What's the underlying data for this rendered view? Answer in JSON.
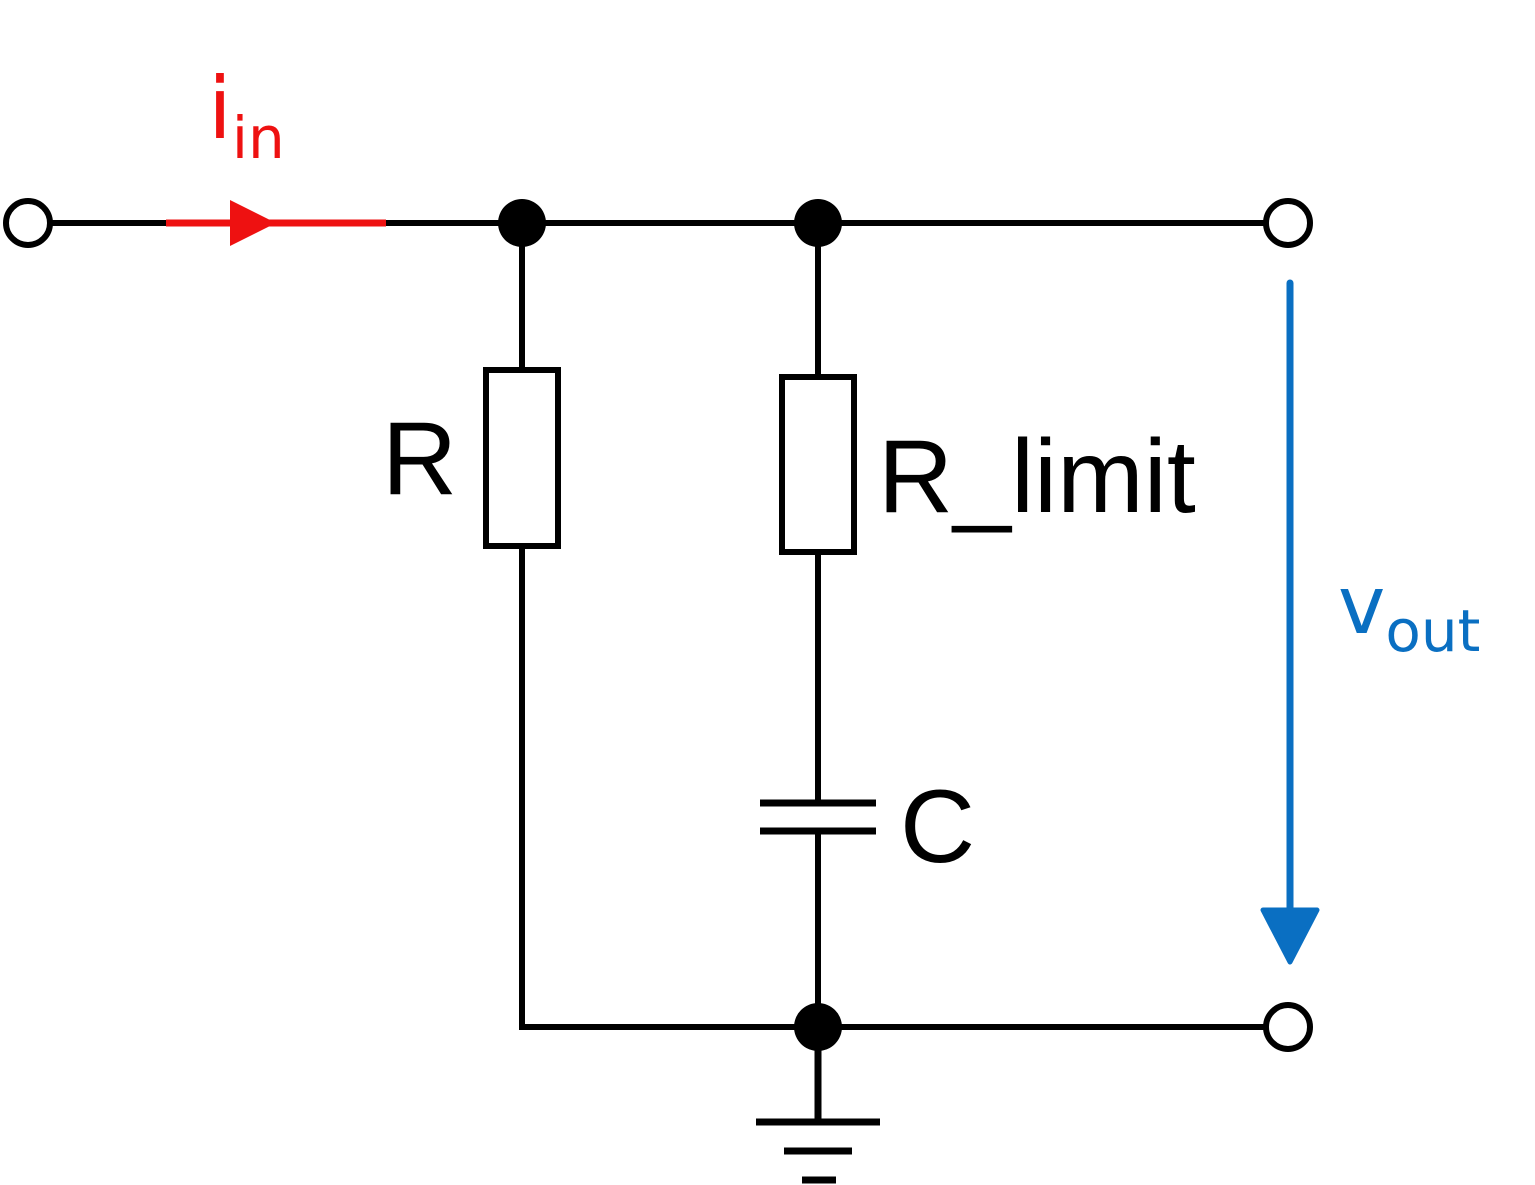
{
  "colors": {
    "wire": "#000000",
    "current": "#ee1111",
    "voltage": "#0a6fc2",
    "background": "#ffffff"
  },
  "labels": {
    "current_main": "i",
    "current_sub": "in",
    "resistor_r": "R",
    "resistor_limit": "R_limit",
    "capacitor": "C",
    "voltage_main": "v",
    "voltage_sub": "out"
  },
  "symbols": {
    "input_terminal": "open-circle-terminal",
    "output_terminal_top": "open-circle-terminal",
    "output_terminal_bottom": "open-circle-terminal",
    "junctions": "filled-dot",
    "ground": "ground-symbol"
  }
}
